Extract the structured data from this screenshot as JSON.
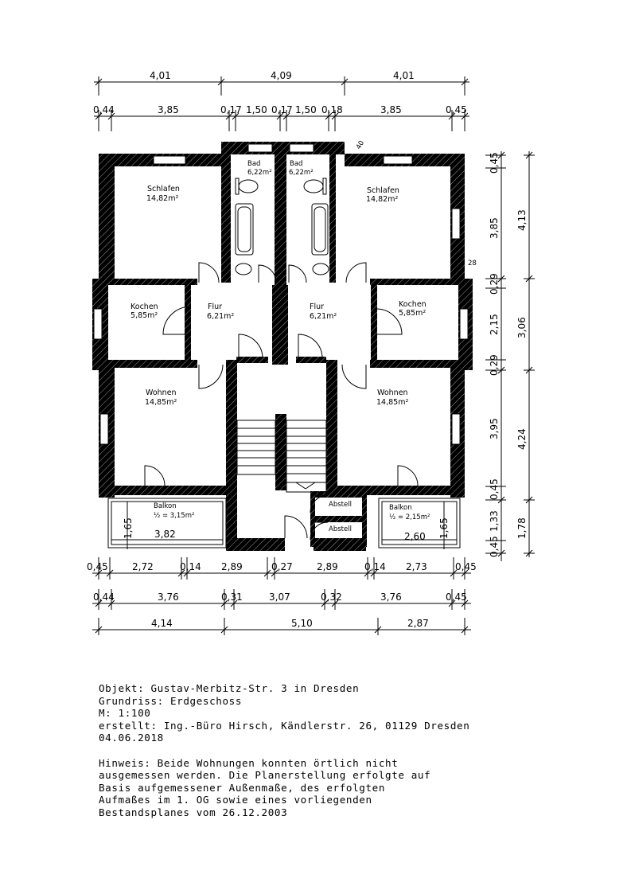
{
  "plan": {
    "top_dims_row1": [
      "4,01",
      "4,09",
      "4,01"
    ],
    "top_dims_row2": [
      "0,44",
      "3,85",
      "0,17",
      "1,50",
      "0,17",
      "1,50",
      "0,18",
      "3,85",
      "0,45"
    ],
    "top_label_40": "40",
    "right_dims_outer": [
      "4,13",
      "3,06",
      "4,24",
      "1,78"
    ],
    "right_dims_inner": [
      "0,45",
      "3,85",
      "0,29",
      "2,15",
      "0,29",
      "3,95",
      "0,45",
      "1,33",
      "0,45"
    ],
    "label_28": "28",
    "bottom_dims_row1": [
      "0,45",
      "2,72",
      "0,14",
      "2,89",
      "0,27",
      "2,89",
      "0,14",
      "2,73",
      "0,45"
    ],
    "bottom_dims_row2": [
      "0,44",
      "3,76",
      "0,31",
      "3,07",
      "0,32",
      "3,76",
      "0,45"
    ],
    "bottom_dims_row3": [
      "4,14",
      "5,10",
      "2,87"
    ],
    "balcony_left_dims": [
      "1,65",
      "3,82"
    ],
    "balcony_right_dims": [
      "1,65",
      "2,60"
    ],
    "rooms": {
      "schlafen_left": {
        "name": "Schlafen",
        "area": "14,82m²"
      },
      "schlafen_right": {
        "name": "Schlafen",
        "area": "14,82m²"
      },
      "bad_left": {
        "name": "Bad",
        "area": "6,22m²"
      },
      "bad_right": {
        "name": "Bad",
        "area": "6,22m²"
      },
      "kochen_left": {
        "name": "Kochen",
        "area": "5,85m²"
      },
      "kochen_right": {
        "name": "Kochen",
        "area": "5,85m²"
      },
      "flur_left": {
        "name": "Flur",
        "area": "6,21m²"
      },
      "flur_right": {
        "name": "Flur",
        "area": "6,21m²"
      },
      "wohnen_left": {
        "name": "Wohnen",
        "area": "14,85m²"
      },
      "wohnen_right": {
        "name": "Wohnen",
        "area": "14,85m²"
      },
      "balkon_left": {
        "name": "Balkon",
        "area": "½ = 3,15m²"
      },
      "balkon_right": {
        "name": "Balkon",
        "area": "½ = 2,15m²"
      },
      "abstell_1": {
        "name": "Abstell"
      },
      "abstell_2": {
        "name": "Abstell"
      }
    }
  },
  "info": {
    "objekt": "Objekt: Gustav-Merbitz-Str. 3 in Dresden",
    "grundriss": "Grundriss: Erdgeschoss",
    "massstab": "M: 1:100",
    "erstellt": "erstellt: Ing.-Büro Hirsch, Kändlerstr. 26, 01129 Dresden",
    "datum": "04.06.2018",
    "hinweis_lines": [
      "Hinweis: Beide Wohnungen konnten örtlich nicht",
      "ausgemessen werden. Die Planerstellung erfolgte auf",
      "Basis aufgemessener Außenmaße, des erfolgten",
      "Aufmaßes im 1. OG sowie eines vorliegenden",
      "Bestandsplanes vom 26.12.2003"
    ]
  }
}
